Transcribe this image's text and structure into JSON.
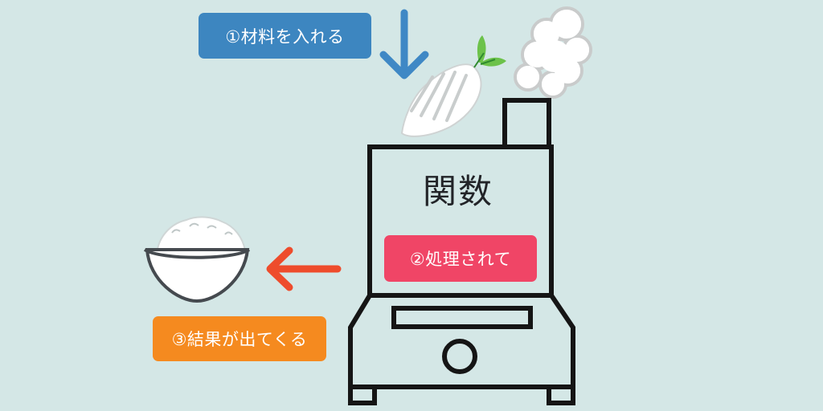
{
  "diagram": {
    "function_label": "関数",
    "steps": [
      {
        "text": "①材料を入れる"
      },
      {
        "text": "②処理されて"
      },
      {
        "text": "③結果が出てくる"
      }
    ]
  },
  "colors": {
    "background": "#d4e7e6",
    "step1": "#3d86c0",
    "step2": "#f04566",
    "step3": "#f58a1f",
    "input_arrow": "#3f88c5",
    "output_arrow": "#ee4c2c",
    "outline": "#151515"
  },
  "icons": [
    "radish-icon",
    "steam-cloud-icon",
    "rice-bowl-icon",
    "machine-icon",
    "down-arrow-icon",
    "left-arrow-icon"
  ]
}
